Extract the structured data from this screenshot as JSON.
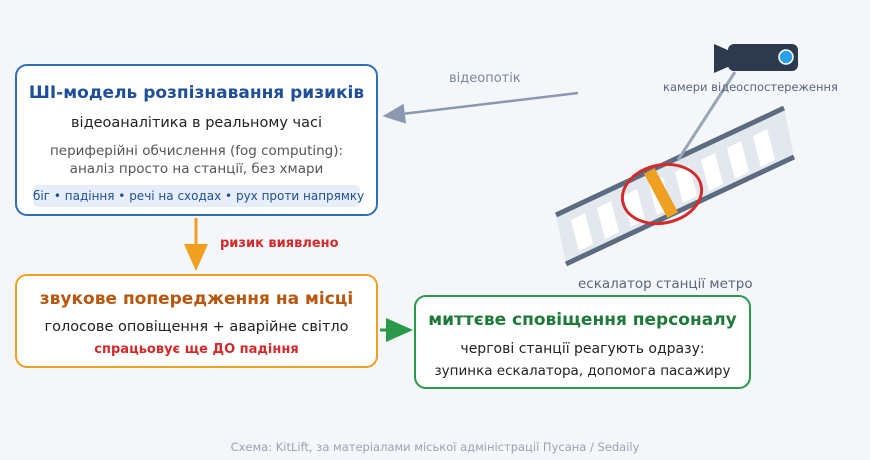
{
  "ai_box": {
    "title": "ШІ-модель розпізнавання ризиків",
    "subtitle": "відеоаналітика в реальному часі",
    "note_line1": "периферійні обчислення (fog computing):",
    "note_line2": "аналіз просто на станції, без хмари",
    "tags": "біг • падіння • речі на сходах • рух проти напрямку"
  },
  "labels": {
    "video_stream": "відеопотік",
    "cameras": "камери відеоспостереження",
    "escalator": "ескалатор станції метро",
    "risk_detected": "ризик виявлено"
  },
  "warn_box": {
    "title": "звукове попередження на місці",
    "subtitle": "голосове оповіщення + аварійне світло",
    "emphasis": "спрацьовує ще ДО падіння"
  },
  "notify_box": {
    "title": "миттєве сповіщення персоналу",
    "line1": "чергові станції реагують одразу:",
    "line2": "зупинка ескалатора, допомога пасажиру"
  },
  "footer": "Схема: KitLift, за матеріалами міської адміністрації Пусана / Sedaily",
  "colors": {
    "blue": "#2e6fb8",
    "orange": "#f0a020",
    "green": "#2a9a4a",
    "red": "#d42a2a",
    "arrow_gray": "#8a99b0"
  }
}
